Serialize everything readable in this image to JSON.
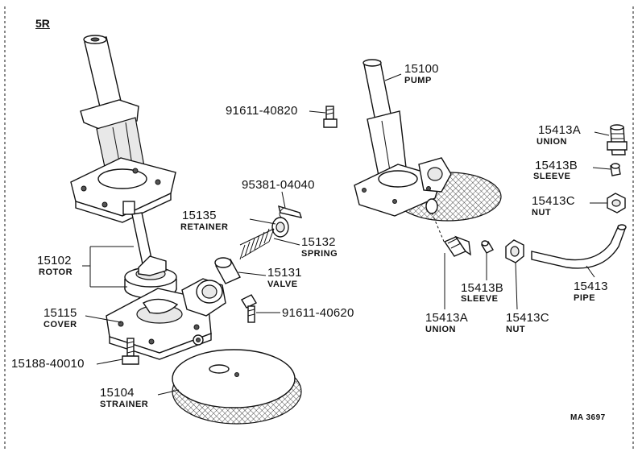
{
  "diagram": {
    "section_label": "5R",
    "drawing_code": "MA 3697",
    "parts": [
      {
        "number": "15102",
        "name": "ROTOR"
      },
      {
        "number": "15115",
        "name": "COVER"
      },
      {
        "number": "15188-40010",
        "name": ""
      },
      {
        "number": "15104",
        "name": "STRAINER"
      },
      {
        "number": "15135",
        "name": "RETAINER"
      },
      {
        "number": "95381-04040",
        "name": ""
      },
      {
        "number": "15132",
        "name": "SPRING"
      },
      {
        "number": "15131",
        "name": "VALVE"
      },
      {
        "number": "91611-40620",
        "name": ""
      },
      {
        "number": "91611-40820",
        "name": ""
      },
      {
        "number": "15100",
        "name": "PUMP"
      },
      {
        "number": "15413A",
        "name": "UNION"
      },
      {
        "number": "15413B",
        "name": "SLEEVE"
      },
      {
        "number": "15413C",
        "name": "NUT"
      },
      {
        "number": "15413A",
        "name": "UNION"
      },
      {
        "number": "15413B",
        "name": "SLEEVE"
      },
      {
        "number": "15413C",
        "name": "NUT"
      },
      {
        "number": "15413",
        "name": "PIPE"
      }
    ]
  }
}
